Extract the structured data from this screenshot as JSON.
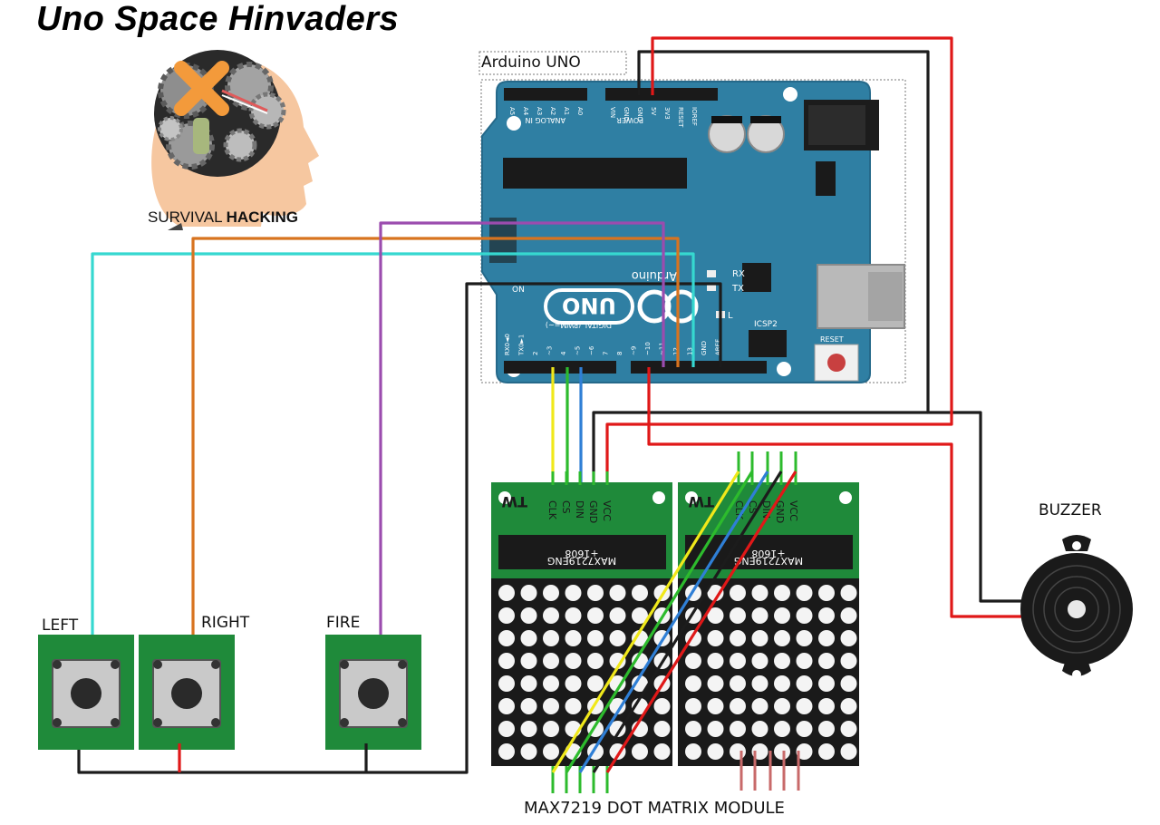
{
  "title": "Uno Space Hinvaders",
  "logo": {
    "text_regular": "SURVIVAL ",
    "text_bold": "HACKING"
  },
  "arduino": {
    "label": "Arduino UNO",
    "board_name": "UNO",
    "brand": "Arduino",
    "top_headers": {
      "analog": [
        "A5",
        "A4",
        "A3",
        "A2",
        "A1",
        "A0"
      ],
      "analog_title": "ANALOG IN",
      "power": [
        "VIN",
        "GND",
        "GND",
        "5V",
        "3V3",
        "RESET",
        "IOREF"
      ],
      "power_title": "POWER"
    },
    "digital_title": "DIGITAL (PWM=~)",
    "digital_pins": [
      "RX0◄0",
      "TX0►1",
      "2",
      "~3",
      "4",
      "~5",
      "~6",
      "7",
      "8",
      "~9",
      "~10",
      "~11",
      "12",
      "13",
      "GND",
      "AREF"
    ],
    "small_labels": {
      "rx": "RX",
      "tx": "TX",
      "l": "L",
      "on": "ON",
      "icsp": "ICSP2",
      "reset": "RESET"
    }
  },
  "matrix": {
    "chip_text": "MAX7219ENG",
    "chip_sub": "+1608",
    "brand_mark": "TW",
    "pin_labels": [
      "CLK",
      "CS",
      "DIN",
      "GND",
      "VCC"
    ],
    "module_label": "MAX7219 DOT MATRIX MODULE"
  },
  "buttons": [
    {
      "label": "LEFT"
    },
    {
      "label": "RIGHT"
    },
    {
      "label": "FIRE"
    }
  ],
  "buzzer": {
    "label": "BUZZER"
  },
  "colors": {
    "arduino_blue": "#2f7fa3",
    "pcb_green": "#1f8a3a",
    "wire_red": "#e01818",
    "wire_black": "#1c1c1c",
    "wire_cyan": "#36d8d0",
    "wire_orange": "#d8731f",
    "wire_purple": "#9b4cae",
    "wire_yellow": "#f0e81a",
    "wire_green": "#2dbb2d",
    "wire_blue": "#2f7fd6"
  }
}
